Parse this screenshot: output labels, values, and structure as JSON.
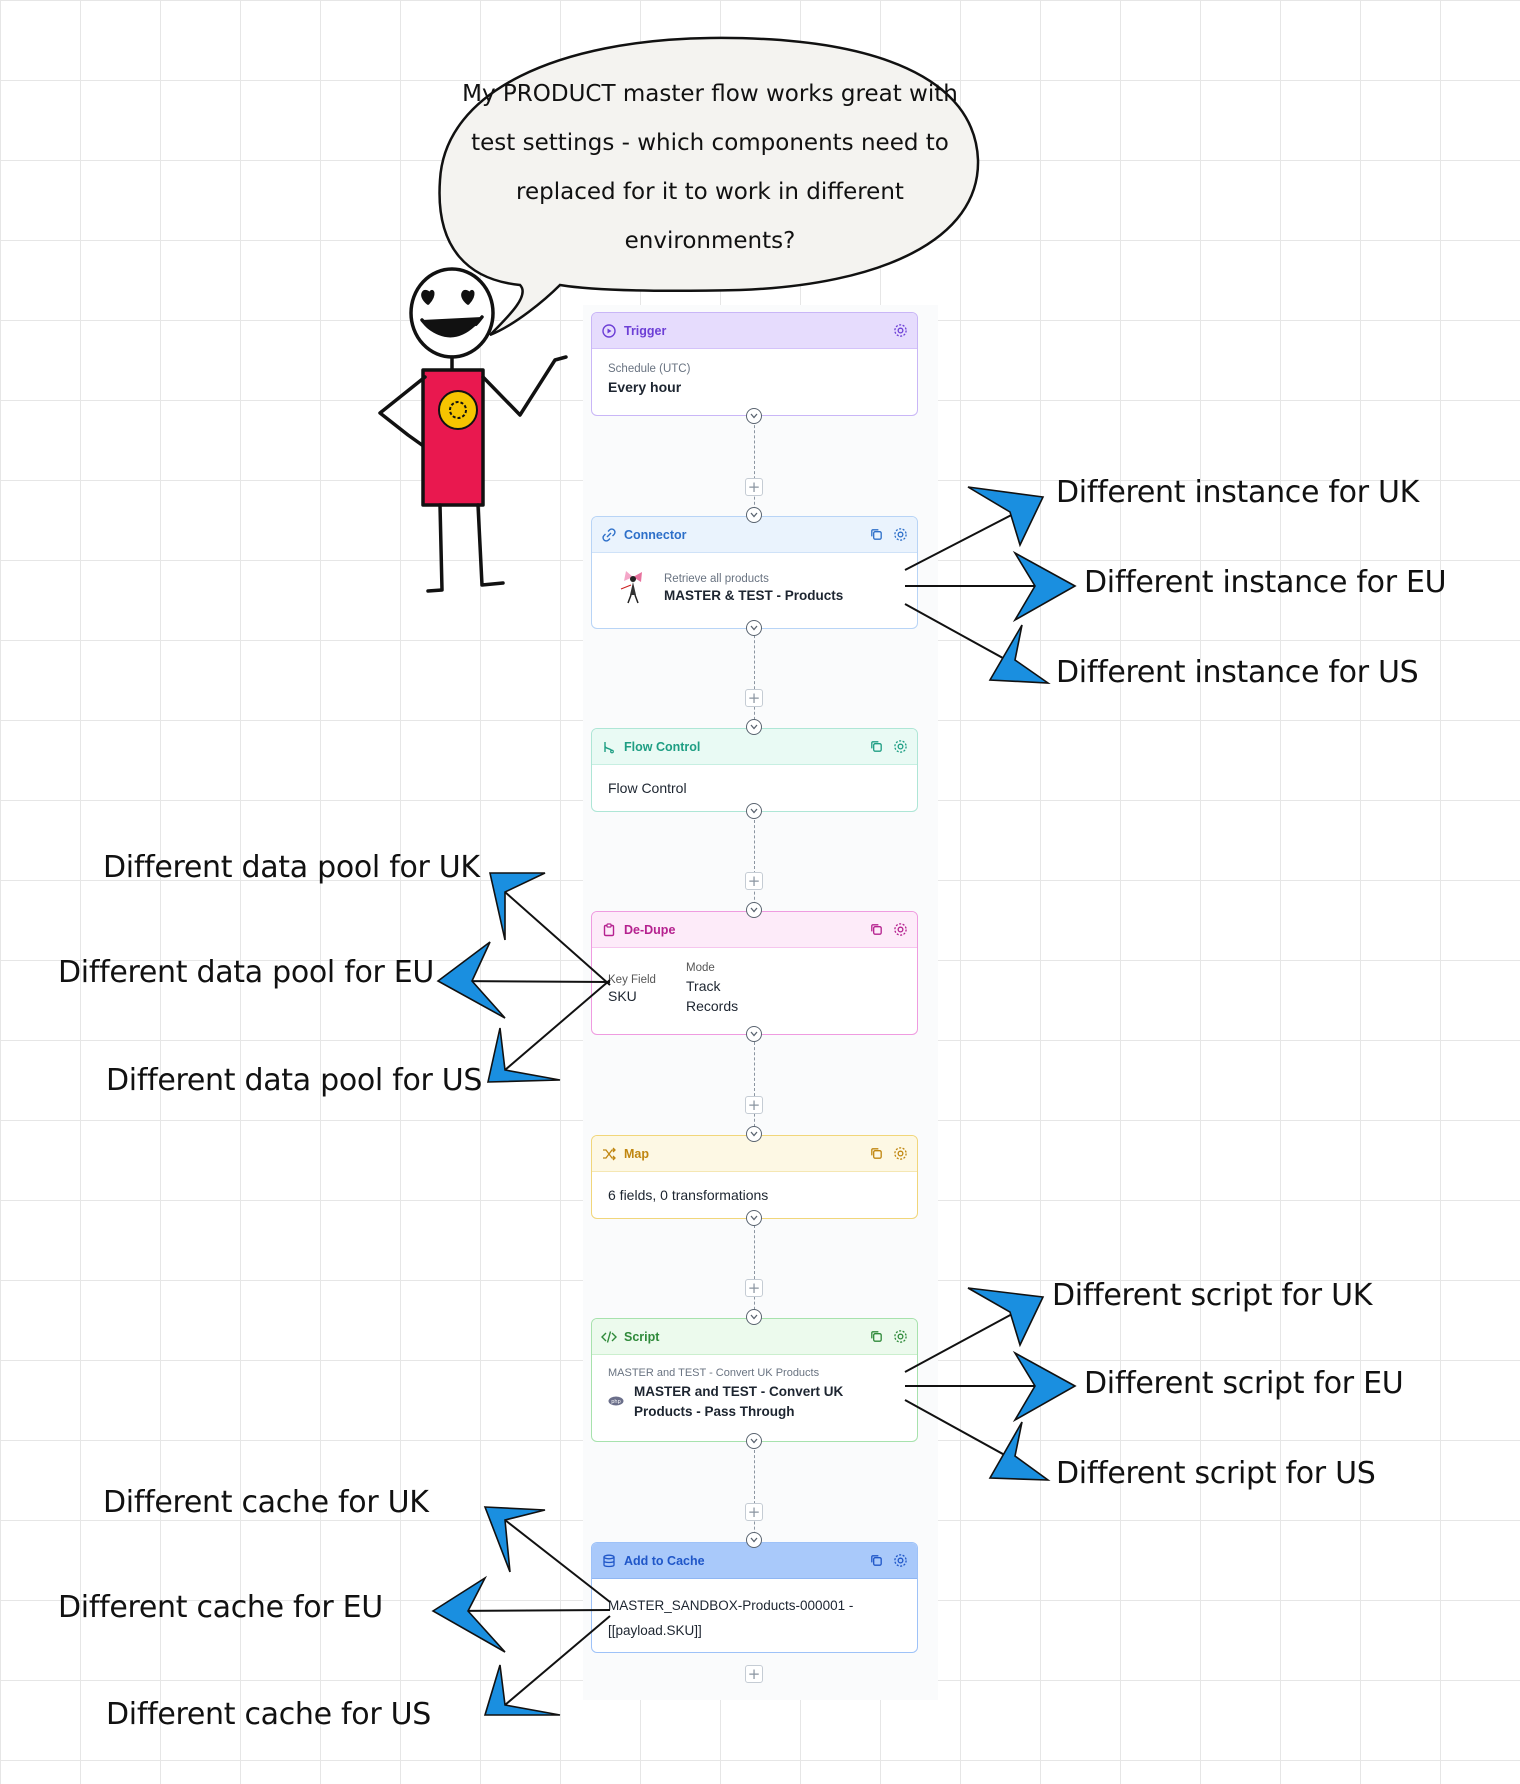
{
  "speech_bubble": "My PRODUCT master flow works great with test settings - which components need to replaced for it to work in different environments?",
  "flow": {
    "trigger": {
      "title": "Trigger",
      "label": "Schedule (UTC)",
      "value": "Every hour"
    },
    "connector": {
      "title": "Connector",
      "label": "Retrieve all products",
      "value": "MASTER & TEST - Products"
    },
    "flow_control": {
      "title": "Flow Control",
      "value": "Flow Control"
    },
    "dedupe": {
      "title": "De-Dupe",
      "key_label": "Key Field",
      "key_value": "SKU",
      "mode_label": "Mode",
      "mode_value": "Track Records"
    },
    "map": {
      "title": "Map",
      "value": "6 fields, 0 transformations"
    },
    "script": {
      "title": "Script",
      "label": "MASTER and TEST - Convert UK Products",
      "value": "MASTER and TEST - Convert UK Products - Pass Through"
    },
    "cache": {
      "title": "Add to Cache",
      "value": "MASTER_SANDBOX-Products-000001 - [[payload.SKU]]"
    }
  },
  "annotations": {
    "connector": [
      "Different instance for UK",
      "Different instance for EU",
      "Different instance for US"
    ],
    "dedupe": [
      "Different data pool for UK",
      "Different data pool for EU",
      "Different data pool for US"
    ],
    "script": [
      "Different script for UK",
      "Different script for EU",
      "Different script for US"
    ],
    "cache": [
      "Different cache for UK",
      "Different cache for EU",
      "Different cache for US"
    ]
  },
  "colors": {
    "trigger": "#8b5cf6",
    "connector": "#3b82f6",
    "flow_control": "#2bb39a",
    "dedupe": "#c026a6",
    "map": "#d39a14",
    "script": "#3aa64a",
    "cache": "#2563eb",
    "arrow_fill": "#1a8fe0",
    "figure_shirt": "#e9184f",
    "figure_badge": "#f6c400"
  }
}
